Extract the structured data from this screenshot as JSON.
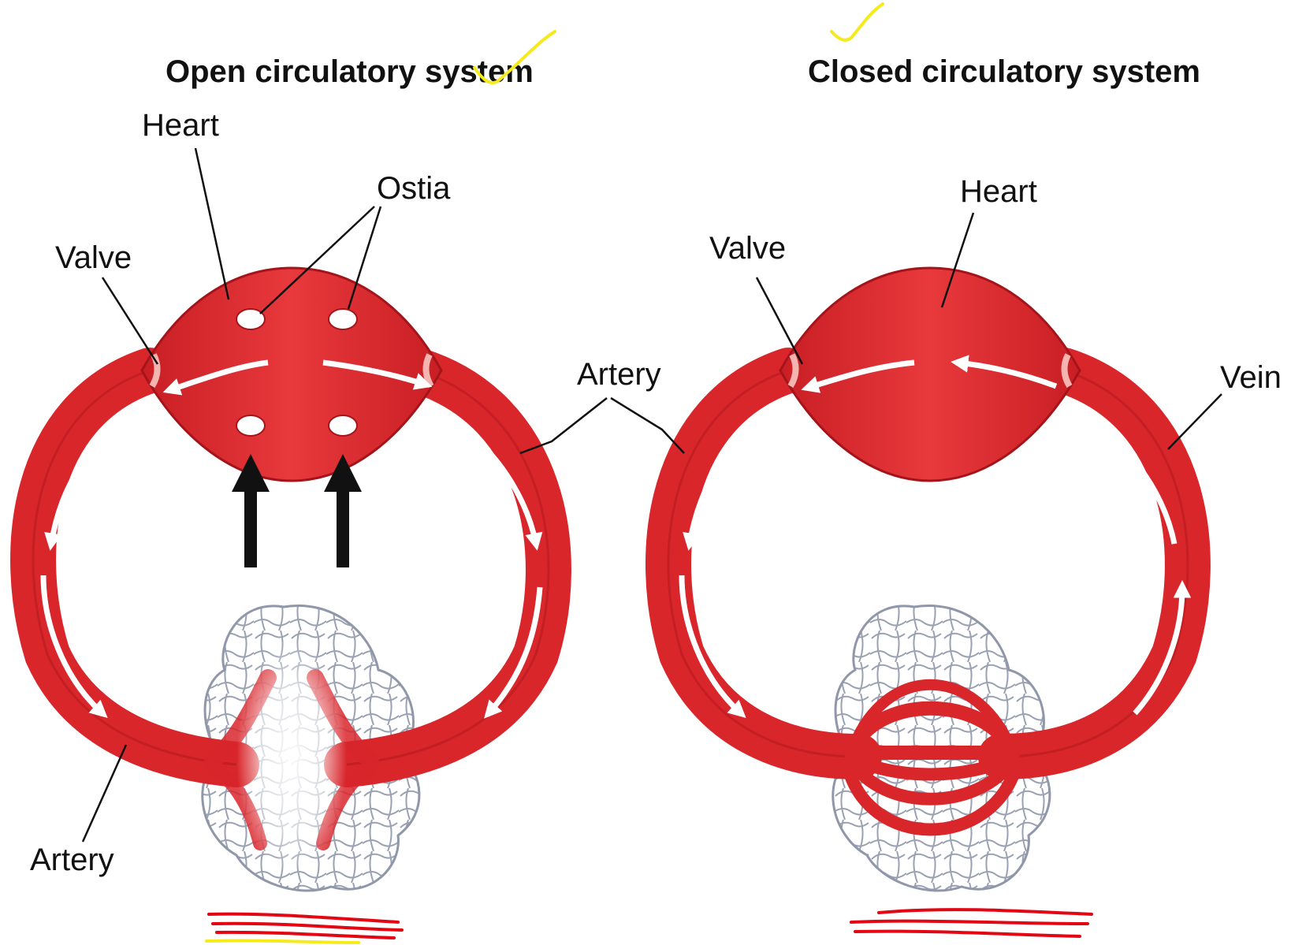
{
  "colors": {
    "vessel": "#d8262b",
    "vessel_dark": "#a5141a",
    "heart_light": "#e63a3d",
    "arrow_white": "#ffffff",
    "tissue_stroke": "#8f97a9",
    "pen_yellow": "#f5ea1c",
    "pen_red": "#e30613",
    "leader": "#111111"
  },
  "panels": [
    {
      "title": "Open circulatory system",
      "labels": {
        "heart": "Heart",
        "ostia": "Ostia",
        "valve": "Valve",
        "artery_right": "Artery",
        "artery_left": "Artery"
      }
    },
    {
      "title": "Closed circulatory system",
      "labels": {
        "heart": "Heart",
        "valve": "Valve",
        "vein": "Vein"
      }
    }
  ],
  "annotations": {
    "checkmarks": [
      "yellow-check-open",
      "yellow-check-closed"
    ],
    "underlines": [
      "red-underline-open",
      "yellow-underline-open",
      "red-underline-closed"
    ]
  }
}
